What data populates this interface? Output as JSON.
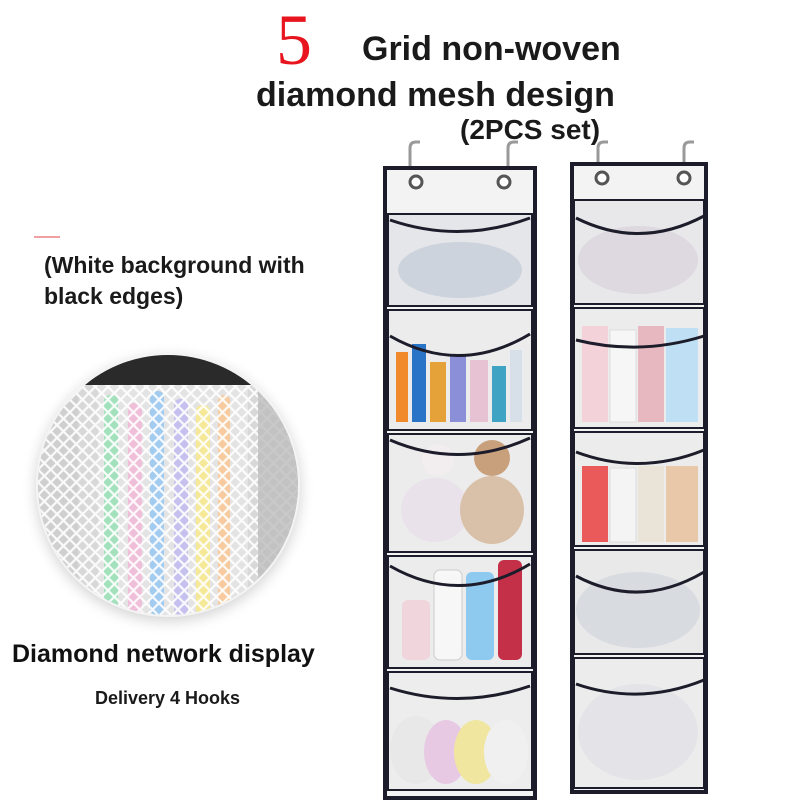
{
  "header": {
    "number": "5",
    "line1": "Grid non-woven",
    "line2": "diamond mesh design",
    "line3": "(2PCS set)"
  },
  "note": {
    "line1": "(White background with",
    "line2": "black edges)"
  },
  "labels": {
    "display": "Diamond network display",
    "hooks": "Delivery 4 Hooks"
  },
  "colors": {
    "accent": "#e8141e",
    "edge": "#1c1c2a",
    "panel": "#f3f3f3"
  },
  "organizers": [
    {
      "id": "left",
      "pockets": 5
    },
    {
      "id": "right",
      "pockets": 5
    }
  ]
}
